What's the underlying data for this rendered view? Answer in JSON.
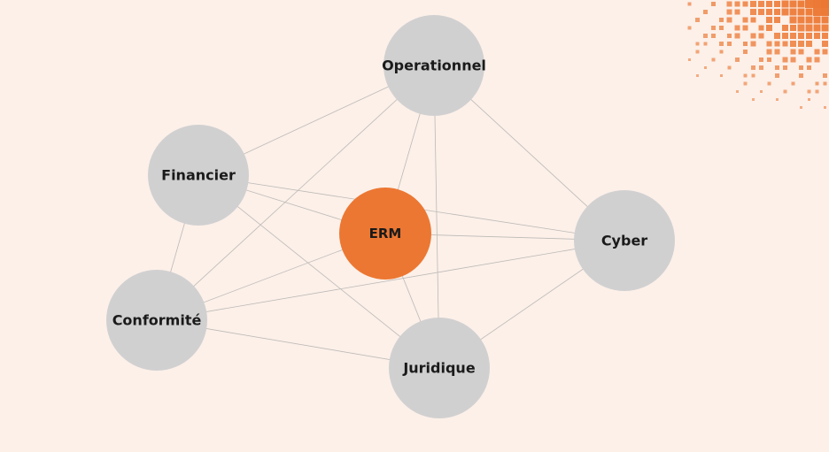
{
  "colors": {
    "background": "#fcf0e9",
    "node_fill": "#d1d0d1",
    "center_fill": "#ec7732",
    "edge": "#bdb9b6",
    "label": "#1a1a1a",
    "decoration": "#ec7732"
  },
  "diagram": {
    "center": {
      "id": "erm",
      "label": "ERM"
    },
    "nodes": [
      {
        "id": "operationnel",
        "label": "Operationnel"
      },
      {
        "id": "financier",
        "label": "Financier"
      },
      {
        "id": "cyber",
        "label": "Cyber"
      },
      {
        "id": "conformite",
        "label": "Conformité"
      },
      {
        "id": "juridique",
        "label": "Juridique"
      }
    ],
    "edges": [
      [
        "operationnel",
        "financier"
      ],
      [
        "operationnel",
        "conformite"
      ],
      [
        "operationnel",
        "cyber"
      ],
      [
        "operationnel",
        "erm"
      ],
      [
        "operationnel",
        "juridique"
      ],
      [
        "financier",
        "conformite"
      ],
      [
        "financier",
        "erm"
      ],
      [
        "financier",
        "juridique"
      ],
      [
        "financier",
        "cyber"
      ],
      [
        "conformite",
        "erm"
      ],
      [
        "conformite",
        "cyber"
      ],
      [
        "conformite",
        "juridique"
      ],
      [
        "erm",
        "cyber"
      ],
      [
        "erm",
        "juridique"
      ],
      [
        "cyber",
        "juridique"
      ]
    ]
  },
  "decoration": {
    "name": "pixel-pattern"
  }
}
